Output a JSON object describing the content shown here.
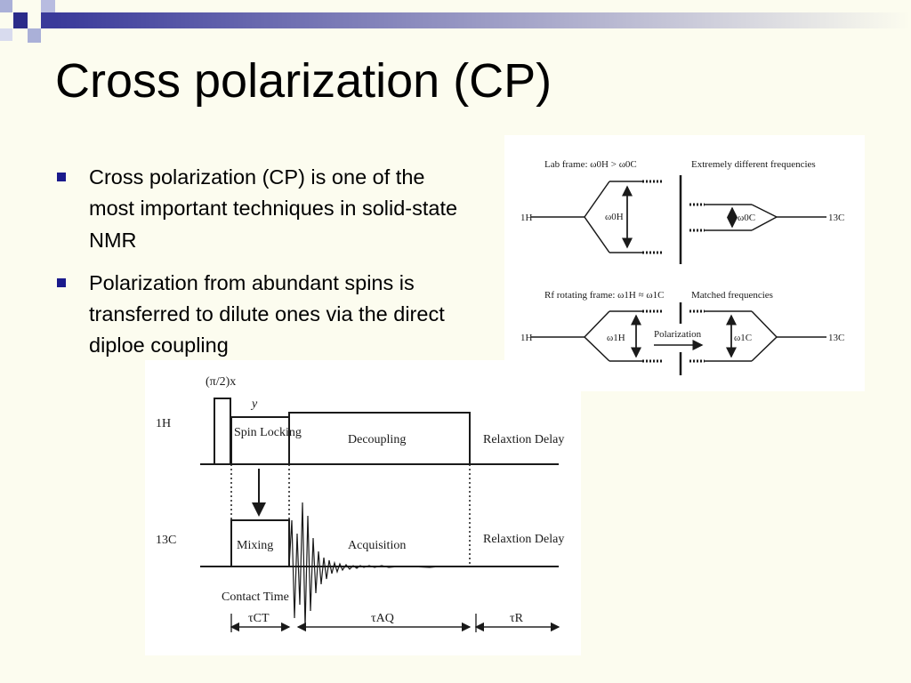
{
  "slide": {
    "title": "Cross polarization (CP)",
    "bullets": [
      "Cross polarization (CP) is one of the most important techniques in solid-state NMR",
      "Polarization from abundant spins is transferred to dilute ones via the direct diploe coupling"
    ]
  },
  "energy_diagram": {
    "lab_frame_label": "Lab frame: ω0H > ω0C",
    "extremely_different_label": "Extremely different frequencies",
    "rotating_frame_label": "Rf rotating frame: ω1H ≈ ω1C",
    "matched_label": "Matched frequencies",
    "h_label_top": "1H",
    "c_label_top": "13C",
    "h_label_bottom": "1H",
    "c_label_bottom": "13C",
    "omega_0H": "ω0H",
    "omega_0C": "ω0C",
    "omega_1H": "ω1H",
    "omega_1C": "ω1C",
    "polarization_label": "Polarization"
  },
  "pulse_sequence": {
    "pulse_label": "(π/2)x",
    "y_label": "y",
    "h_channel": "1H",
    "c_channel": "13C",
    "spin_locking": "Spin Locking",
    "decoupling": "Decoupling",
    "relaxation_delay_h": "Relaxtion Delay",
    "mixing": "Mixing",
    "acquisition": "Acquisition",
    "relaxation_delay_c": "Relaxtion Delay",
    "contact_time": "Contact Time",
    "tau_ct": "τCT",
    "tau_aq": "τAQ",
    "tau_r": "τR"
  }
}
